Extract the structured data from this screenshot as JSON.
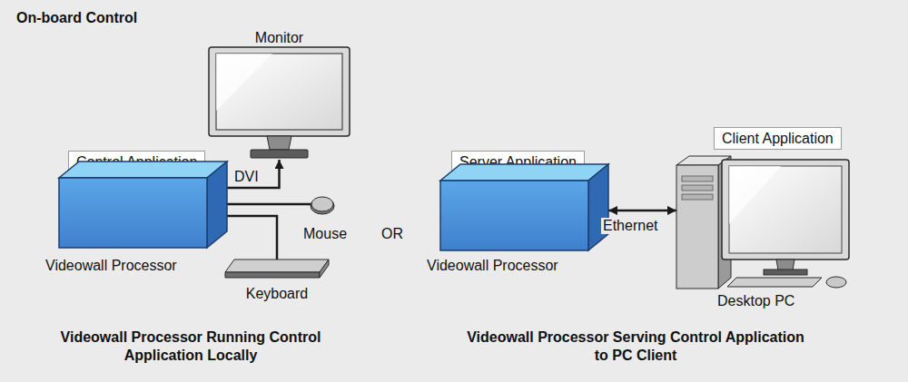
{
  "diagram": {
    "title": "On-board Control",
    "nodes": [
      {
        "text": [
          "Monitor"
        ]
      },
      {
        "text": [
          "Control Application"
        ]
      },
      {
        "text": [
          "Videowall Processor"
        ]
      },
      {
        "text": [
          "Mouse"
        ]
      },
      {
        "text": [
          "Keyboard"
        ]
      },
      {
        "text": [
          "Server Application"
        ]
      },
      {
        "text": [
          "Videowall Processor"
        ]
      },
      {
        "text": [
          "Client Application"
        ]
      },
      {
        "text": [
          "Desktop PC"
        ]
      }
    ],
    "edges": [
      {
        "from": 2,
        "to": 0,
        "arrow": "to",
        "label": "DVI"
      },
      {
        "from": 2,
        "to": 3,
        "arrow": "none"
      },
      {
        "from": 2,
        "to": 4,
        "arrow": "none"
      },
      {
        "from": 6,
        "to": 8,
        "arrow": "both",
        "label": "Ethernet"
      }
    ],
    "labels": [
      "OR",
      "Videowall Processor Running Control Application Locally",
      "Videowall Processor Serving Control Application to PC Client"
    ]
  }
}
